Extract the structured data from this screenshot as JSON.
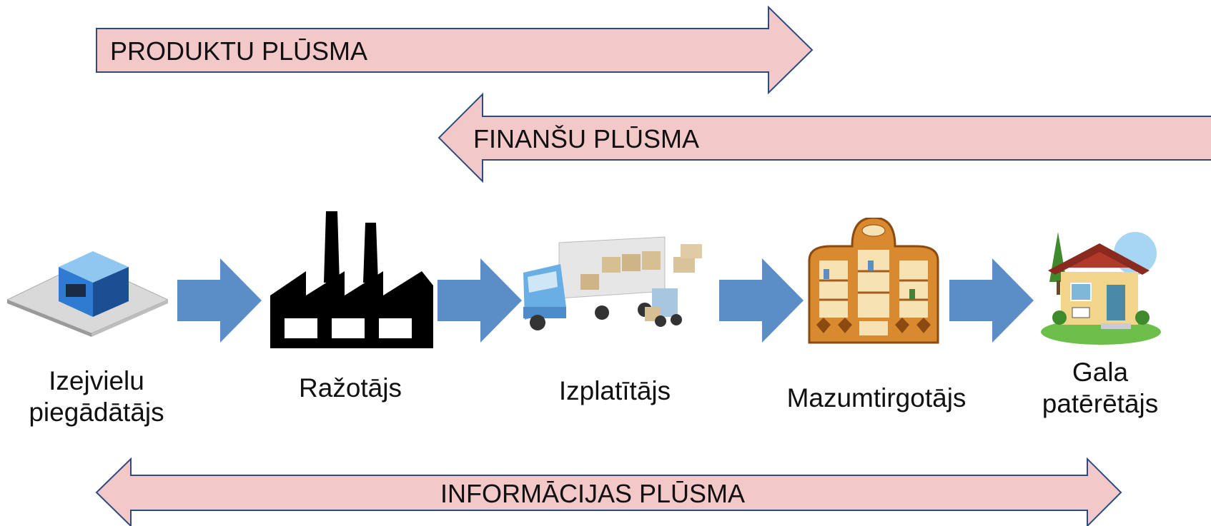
{
  "flows": {
    "product": "PRODUKTU PLŪSMA",
    "finance": "FINANŠU PLŪSMA",
    "information": "INFORMĀCIJAS PLŪSMA"
  },
  "stages": [
    {
      "line1": "Izejvielu",
      "line2": "piegādātājs",
      "icon": "warehouse-icon"
    },
    {
      "line1": "Ražotājs",
      "line2": "",
      "icon": "factory-icon"
    },
    {
      "line1": "Izplatītājs",
      "line2": "",
      "icon": "truck-icon"
    },
    {
      "line1": "Mazumtirgotājs",
      "line2": "",
      "icon": "shop-icon"
    },
    {
      "line1": "Gala",
      "line2": "patērētājs",
      "icon": "house-icon"
    }
  ],
  "colors": {
    "flow_fill": "#f2c8c9",
    "flow_stroke": "#2e4b80",
    "chain_arrow": "#5b8ec6"
  }
}
